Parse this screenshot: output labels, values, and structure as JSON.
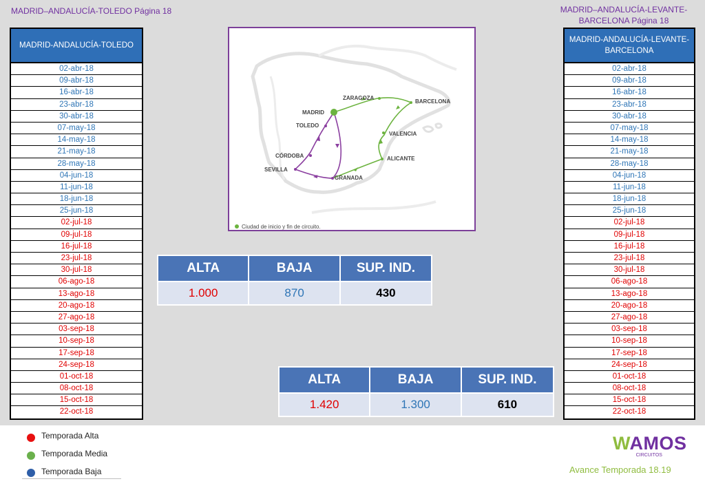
{
  "header": {
    "left_title": "MADRID–ANDALUCÍA-TOLEDO Página 18",
    "right_title": "MADRID–ANDALUCÍA-LEVANTE-BARCELONA Página 18"
  },
  "left_table": {
    "header": "MADRID-ANDALUCÍA-TOLEDO",
    "dates": [
      {
        "d": "02-abr-18",
        "s": "blue"
      },
      {
        "d": "09-abr-18",
        "s": "blue"
      },
      {
        "d": "16-abr-18",
        "s": "blue"
      },
      {
        "d": "23-abr-18",
        "s": "blue"
      },
      {
        "d": "30-abr-18",
        "s": "blue"
      },
      {
        "d": "07-may-18",
        "s": "blue"
      },
      {
        "d": "14-may-18",
        "s": "blue"
      },
      {
        "d": "21-may-18",
        "s": "blue"
      },
      {
        "d": "28-may-18",
        "s": "blue"
      },
      {
        "d": "04-jun-18",
        "s": "blue"
      },
      {
        "d": "11-jun-18",
        "s": "blue"
      },
      {
        "d": "18-jun-18",
        "s": "blue"
      },
      {
        "d": "25-jun-18",
        "s": "blue"
      },
      {
        "d": "02-jul-18",
        "s": "red"
      },
      {
        "d": "09-jul-18",
        "s": "red"
      },
      {
        "d": "16-jul-18",
        "s": "red"
      },
      {
        "d": "23-jul-18",
        "s": "red"
      },
      {
        "d": "30-jul-18",
        "s": "red"
      },
      {
        "d": "06-ago-18",
        "s": "red"
      },
      {
        "d": "13-ago-18",
        "s": "red"
      },
      {
        "d": "20-ago-18",
        "s": "red"
      },
      {
        "d": "27-ago-18",
        "s": "red"
      },
      {
        "d": "03-sep-18",
        "s": "red"
      },
      {
        "d": "10-sep-18",
        "s": "red"
      },
      {
        "d": "17-sep-18",
        "s": "red"
      },
      {
        "d": "24-sep-18",
        "s": "red"
      },
      {
        "d": "01-oct-18",
        "s": "red"
      },
      {
        "d": "08-oct-18",
        "s": "red"
      },
      {
        "d": "15-oct-18",
        "s": "red"
      },
      {
        "d": "22-oct-18",
        "s": "red"
      }
    ]
  },
  "right_table": {
    "header": "MADRID-ANDALUCÍA-LEVANTE-BARCELONA",
    "dates": [
      {
        "d": "02-abr-18",
        "s": "blue"
      },
      {
        "d": "09-abr-18",
        "s": "blue"
      },
      {
        "d": "16-abr-18",
        "s": "blue"
      },
      {
        "d": "23-abr-18",
        "s": "blue"
      },
      {
        "d": "30-abr-18",
        "s": "blue"
      },
      {
        "d": "07-may-18",
        "s": "blue"
      },
      {
        "d": "14-may-18",
        "s": "blue"
      },
      {
        "d": "21-may-18",
        "s": "blue"
      },
      {
        "d": "28-may-18",
        "s": "blue"
      },
      {
        "d": "04-jun-18",
        "s": "blue"
      },
      {
        "d": "11-jun-18",
        "s": "blue"
      },
      {
        "d": "18-jun-18",
        "s": "blue"
      },
      {
        "d": "25-jun-18",
        "s": "blue"
      },
      {
        "d": "02-jul-18",
        "s": "red"
      },
      {
        "d": "09-jul-18",
        "s": "red"
      },
      {
        "d": "16-jul-18",
        "s": "red"
      },
      {
        "d": "23-jul-18",
        "s": "red"
      },
      {
        "d": "30-jul-18",
        "s": "red"
      },
      {
        "d": "06-ago-18",
        "s": "red"
      },
      {
        "d": "13-ago-18",
        "s": "red"
      },
      {
        "d": "20-ago-18",
        "s": "red"
      },
      {
        "d": "27-ago-18",
        "s": "red"
      },
      {
        "d": "03-sep-18",
        "s": "red"
      },
      {
        "d": "10-sep-18",
        "s": "red"
      },
      {
        "d": "17-sep-18",
        "s": "red"
      },
      {
        "d": "24-sep-18",
        "s": "red"
      },
      {
        "d": "01-oct-18",
        "s": "red"
      },
      {
        "d": "08-oct-18",
        "s": "red"
      },
      {
        "d": "15-oct-18",
        "s": "red"
      },
      {
        "d": "22-oct-18",
        "s": "red"
      }
    ]
  },
  "map": {
    "cities": {
      "zaragoza": "ZARAGOZA",
      "madrid": "MADRID",
      "barcelona": "BARCELONA",
      "toledo": "TOLEDO",
      "valencia": "VALENCIA",
      "cordoba": "CÓRDOBA",
      "alicante": "ALICANTE",
      "sevilla": "SEVILLA",
      "granada": "GRANADA"
    },
    "legend": "Ciudad de inicio y fin de circuito.",
    "colors": {
      "route_purple": "#8b3fa0",
      "route_green": "#6cb33f"
    }
  },
  "price_table_1": {
    "headers": [
      "ALTA",
      "BAJA",
      "SUP. IND."
    ],
    "values": [
      "1.000",
      "870",
      "430"
    ]
  },
  "price_table_2": {
    "headers": [
      "ALTA",
      "BAJA",
      "SUP. IND."
    ],
    "values": [
      "1.420",
      "1.300",
      "610"
    ]
  },
  "legend": {
    "items": [
      {
        "label": "Temporada Alta",
        "color": "#e81010"
      },
      {
        "label": "Temporada Media",
        "color": "#6ab04c"
      },
      {
        "label": "Temporada Baja",
        "color": "#2e5ea8"
      }
    ]
  },
  "brand": {
    "logo_w": "W",
    "logo_rest": "AMOS",
    "logo_sub": "CIRCUITOS",
    "tagline": "Avance Temporada 18.19"
  }
}
